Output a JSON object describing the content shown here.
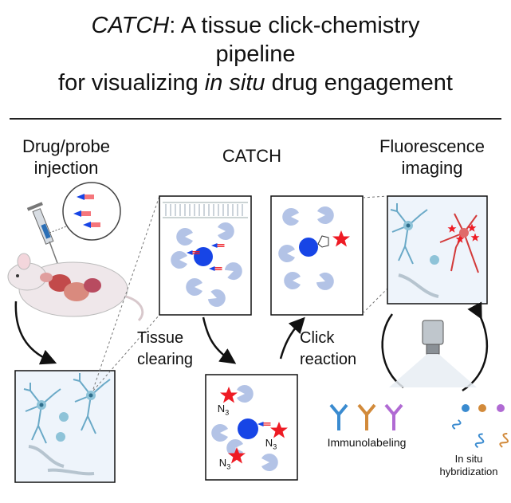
{
  "title": {
    "line1_em": "CATCH",
    "line1_rest": ": A tissue click-chemistry",
    "line2": "pipeline",
    "line3_pre": "for visualizing ",
    "line3_em": "in situ",
    "line3_post": " drug engagement"
  },
  "steps": {
    "injection_line1": "Drug/probe",
    "injection_line2": "injection",
    "catch": "CATCH",
    "imaging_line1": "Fluorescence",
    "imaging_line2": "imaging",
    "clearing_line1": "Tissue",
    "clearing_line2": "clearing",
    "click_line1": "Click",
    "click_line2": "reaction"
  },
  "methods": {
    "immunolabeling": "Immunolabeling",
    "ish_line1": "In situ",
    "ish_line2": "hybridization"
  },
  "chemistry": {
    "azide1": "N",
    "azide_sub": "3"
  },
  "colors": {
    "drug_blue": "#1745e6",
    "target_lavender": "#b3c3e6",
    "fluorophore_red": "#ee1b24",
    "panel_bg": "#eef4fb",
    "neuron_teal": "#6aa9c7",
    "neuron_red": "#d33a3a"
  },
  "icons": [
    "syringe-icon",
    "mouse-icon",
    "microscope-icon",
    "antibody-icon",
    "rna-probe-icon"
  ]
}
